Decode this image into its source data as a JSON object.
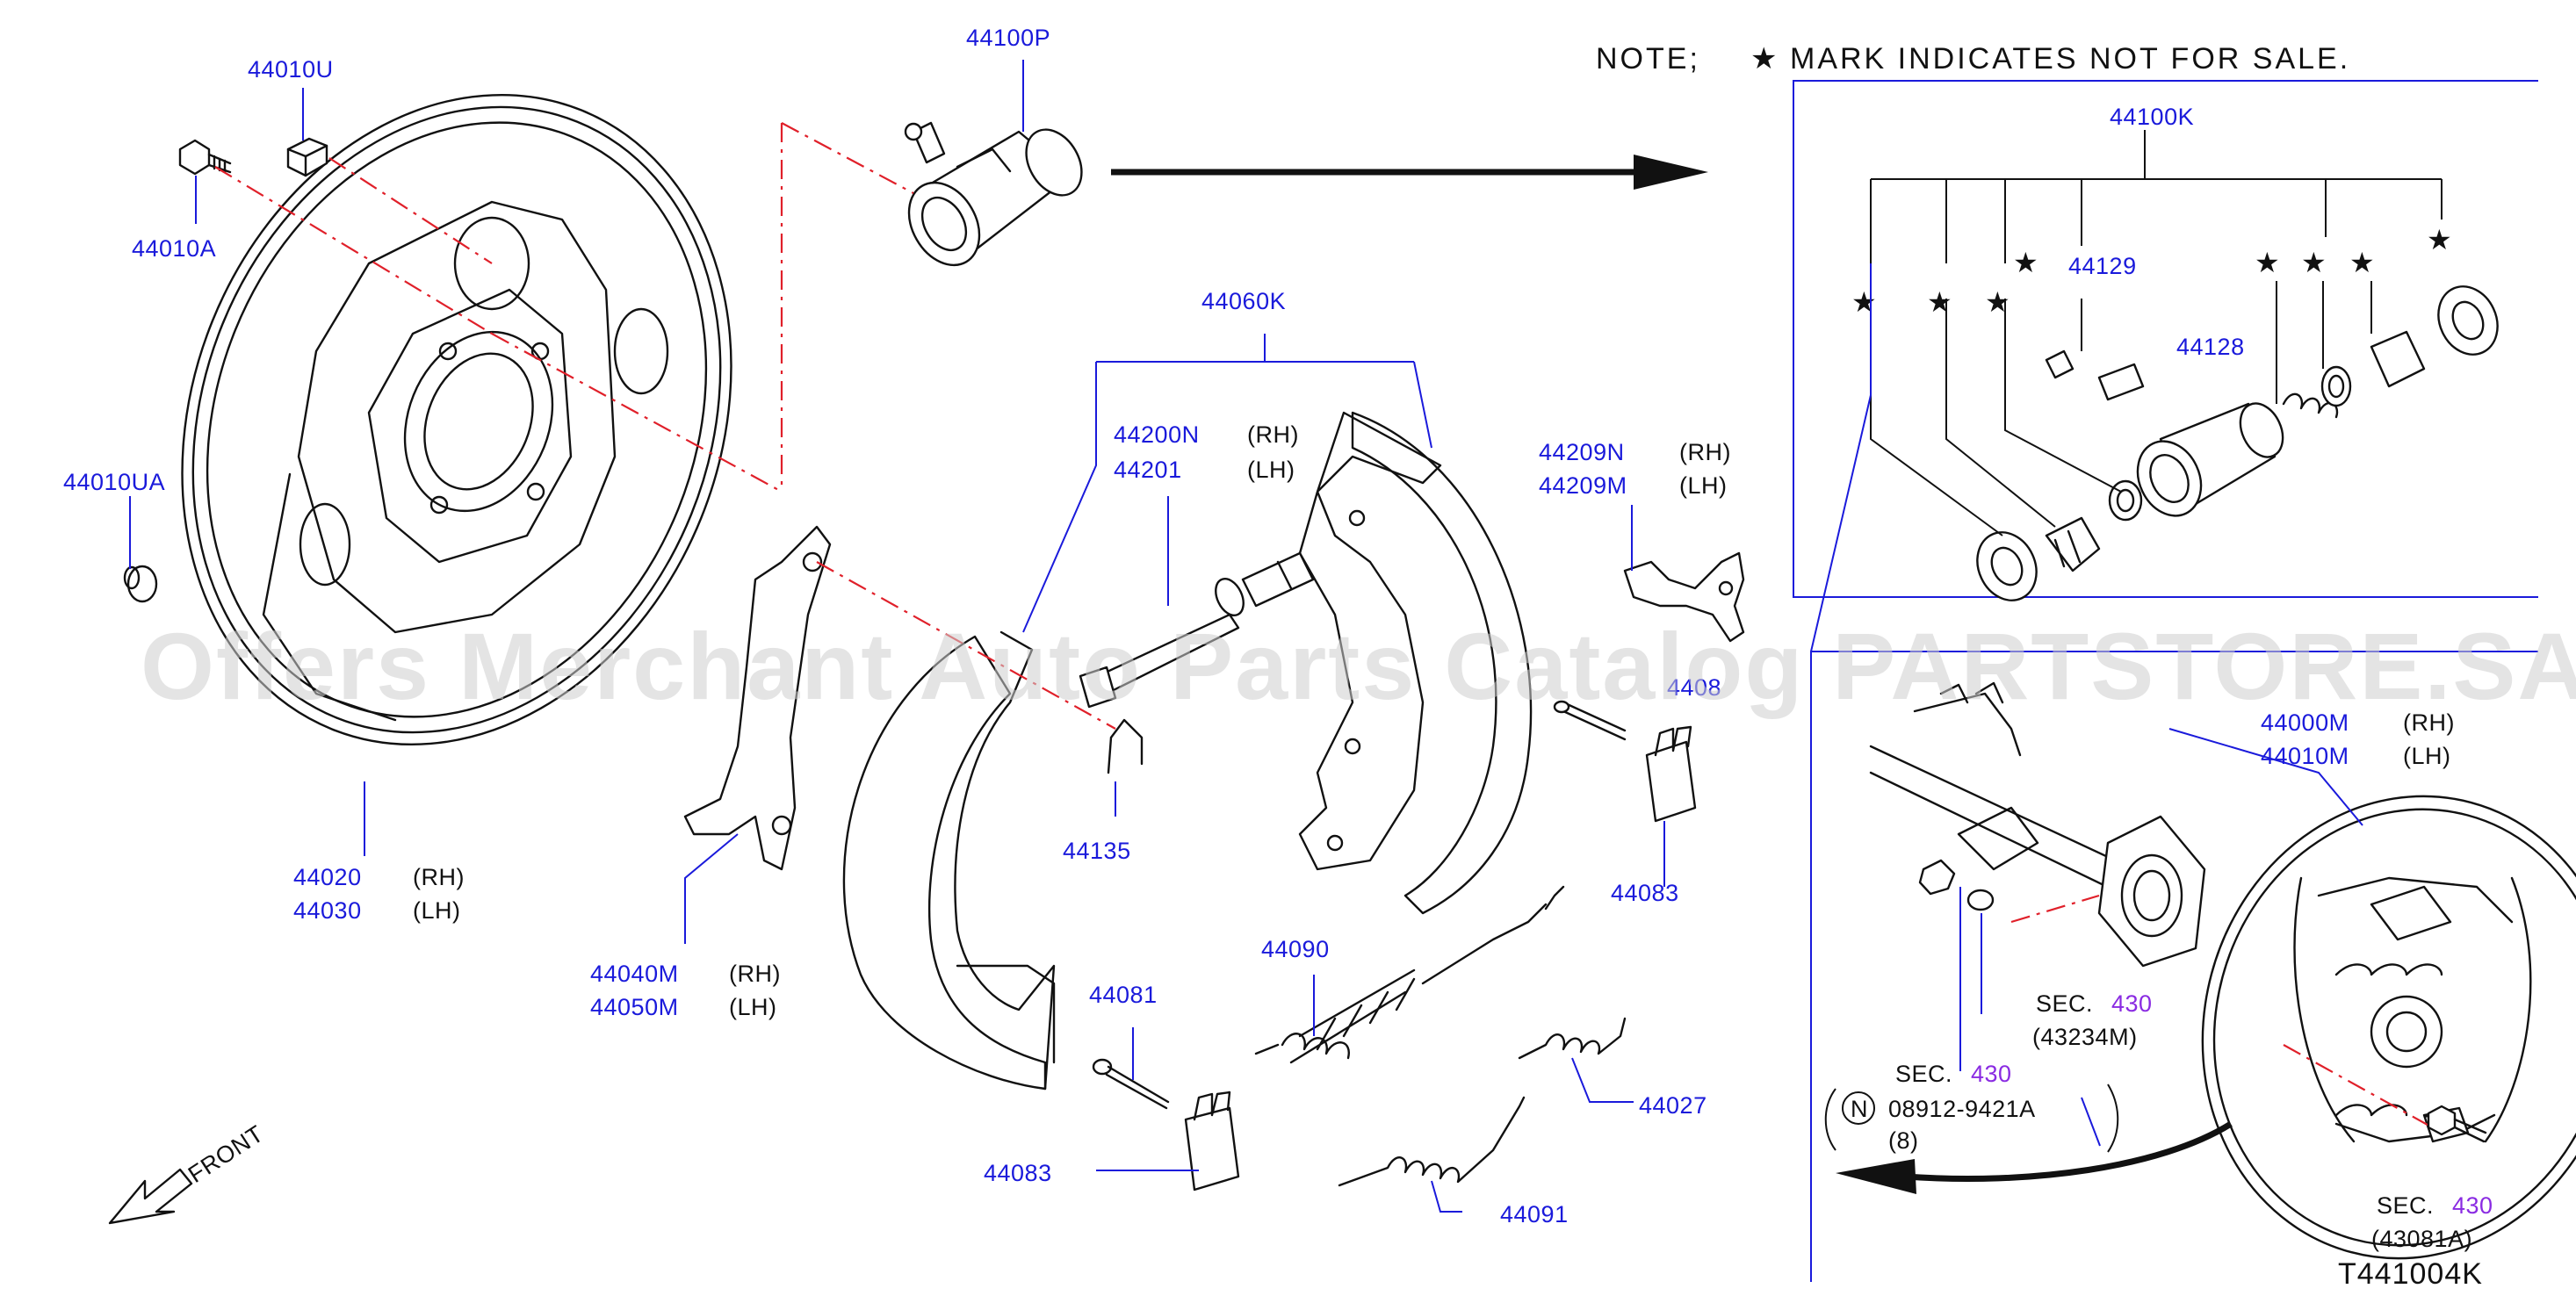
{
  "note": {
    "prefix": "NOTE;",
    "star": "★",
    "text": "MARK  INDICATES  NOT  FOR  SALE."
  },
  "diagram_code": "T441004K",
  "watermark": "Offers Merchant Auto Parts Catalog PARTSTORE.SA",
  "front_label": "FRONT",
  "colors": {
    "part_number": "#1a1adb",
    "section_number": "#8a2be2",
    "center_line": "#e0202a",
    "line_art": "#111111"
  },
  "part_labels": {
    "p44010U": "44010U",
    "p44010A": "44010A",
    "p44010UA": "44010UA",
    "p44100P": "44100P",
    "p44020": "44020",
    "p44030": "44030",
    "p44040M": "44040M",
    "p44050M": "44050M",
    "p44060K": "44060K",
    "p44200N": "44200N",
    "p44201": "44201",
    "p44135": "44135",
    "p44209N": "44209N",
    "p44209M": "44209M",
    "p44081a": "4408",
    "p44083a": "44083",
    "p44090": "44090",
    "p44081b": "44081",
    "p44083b": "44083",
    "p44027": "44027",
    "p44091": "44091",
    "p44100K": "44100K",
    "p44129": "44129",
    "p44128": "44128",
    "p44000M": "44000M",
    "p44010M": "44010M"
  },
  "side_labels": {
    "rh": "(RH)",
    "lh": "(LH)"
  },
  "sections": {
    "sec_word": "SEC.",
    "sec1_num": "430",
    "sec1_ref": "(43234M)",
    "sec2_num": "430",
    "sec3_num": "430",
    "sec3_ref": "(43081A)"
  },
  "bolt_ref": {
    "symbol": "N",
    "number": "08912-9421A",
    "qty": "(8)"
  },
  "stars": {
    "s44129": "★"
  }
}
